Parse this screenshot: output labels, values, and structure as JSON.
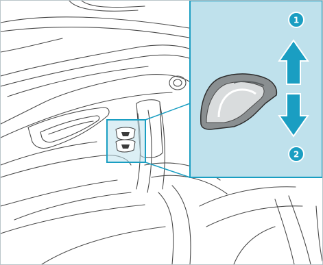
{
  "figure": {
    "accent_color": "#1a9ec2",
    "panel_color": "#bfe1ec",
    "line_color": "#3b3b3b",
    "callouts": [
      {
        "label": "1",
        "meaning": "up-arrow"
      },
      {
        "label": "2",
        "meaning": "down-arrow"
      }
    ]
  }
}
